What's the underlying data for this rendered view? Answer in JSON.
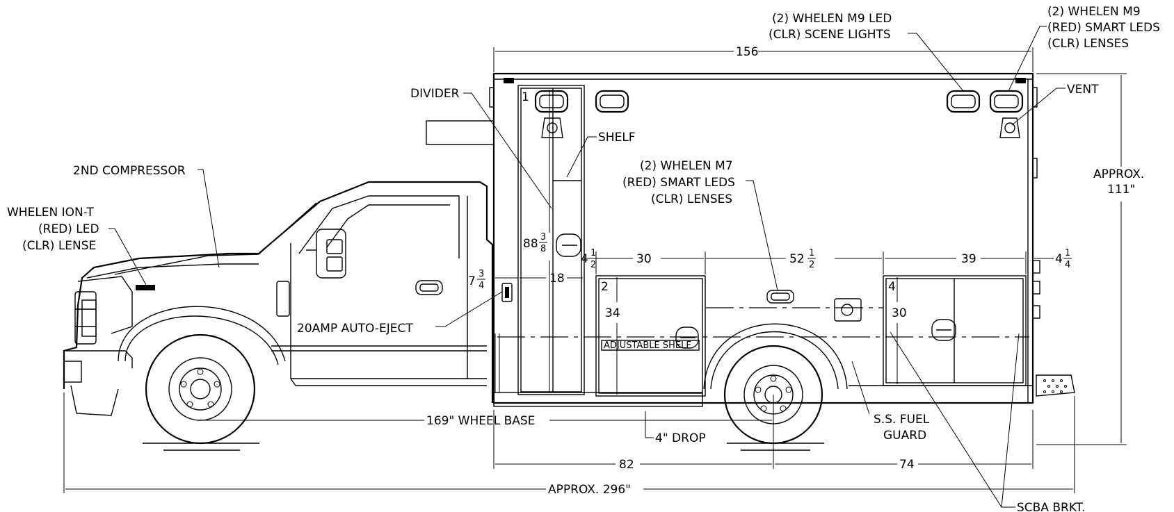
{
  "labels": {
    "whelen_m9_led_1": "(2) WHELEN M9 LED",
    "whelen_m9_led_2": "(CLR) SCENE LIGHTS",
    "whelen_m9_red_1": "(2) WHELEN M9",
    "whelen_m9_red_2": "(RED) SMART LEDS",
    "whelen_m9_red_3": "(CLR) LENSES",
    "vent": "VENT",
    "divider": "DIVIDER",
    "shelf": "SHELF",
    "compressor": "2ND COMPRESSOR",
    "ion_1": "WHELEN ION-T",
    "ion_2": "(RED) LED",
    "ion_3": "(CLR) LENSE",
    "m7_1": "(2) WHELEN M7",
    "m7_2": "(RED) SMART LEDS",
    "m7_3": "(CLR) LENSES",
    "height_1": "APPROX.",
    "height_2": "111\"",
    "auto_eject": "20AMP AUTO-EJECT",
    "adjustable_shelf": "ADJUSTABLE SHELF",
    "wheel_base": "169\" WHEEL BASE",
    "drop": "4\" DROP",
    "fuel_1": "S.S. FUEL",
    "fuel_2": "GUARD",
    "scba": "SCBA BRKT.",
    "overall": "APPROX. 296\""
  },
  "dimensions": {
    "body_length": "156",
    "compartment_1_height": "88",
    "compartment_1_height_frac_num": "3",
    "compartment_1_height_frac_den": "8",
    "compartment_1_width": "18",
    "left_offset": "7",
    "left_offset_frac_num": "3",
    "left_offset_frac_den": "4",
    "gap_1": "4",
    "gap_1_frac_num": "1",
    "gap_1_frac_den": "2",
    "compartment_2_width": "30",
    "compartment_2_height": "34",
    "span_mid": "52",
    "span_mid_frac_num": "1",
    "span_mid_frac_den": "2",
    "compartment_4_width": "39",
    "compartment_4_height": "30",
    "gap_right": "4",
    "gap_right_frac_num": "1",
    "gap_right_frac_den": "4",
    "front_to_axle": "82",
    "axle_to_rear": "74"
  },
  "compartments": {
    "c1": "1",
    "c2": "2",
    "c4": "4"
  }
}
